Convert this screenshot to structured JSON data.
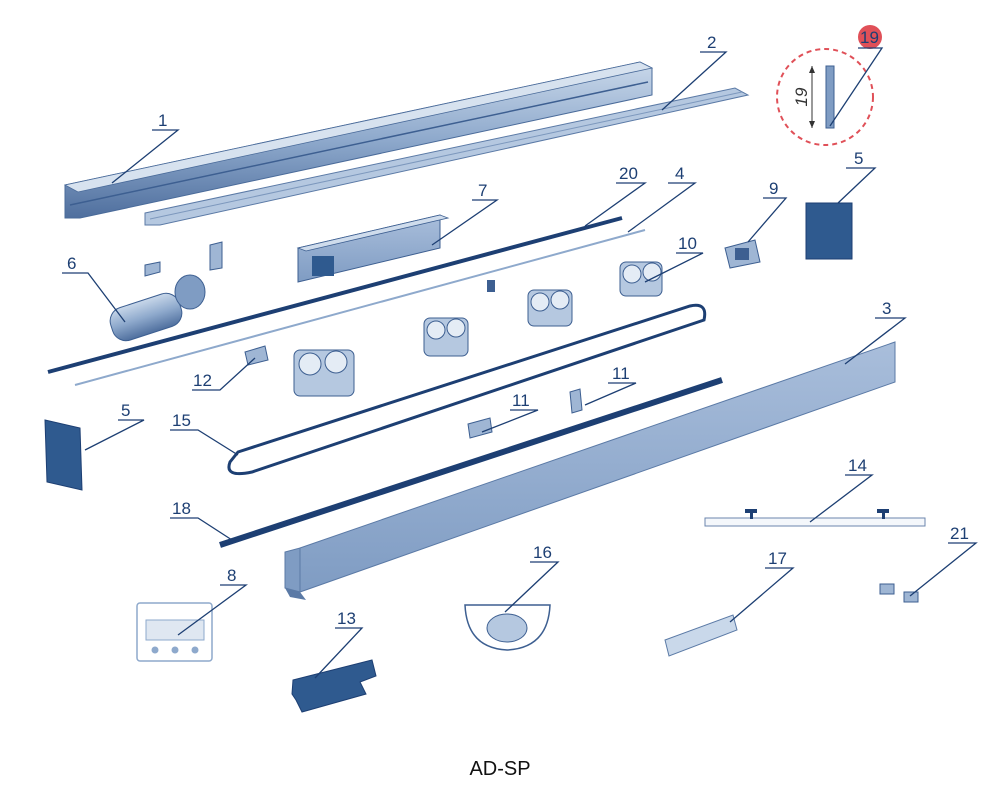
{
  "caption": "AD-SP",
  "colors": {
    "part_fill": "#9fb6d4",
    "part_dark": "#5b7aa6",
    "part_shadow": "#3d5f91",
    "label": "#1d3f73",
    "highlight": "#e05058"
  },
  "callouts": {
    "c1": "1",
    "c2": "2",
    "c3": "3",
    "c4": "4",
    "c5a": "5",
    "c5b": "5",
    "c6": "6",
    "c7": "7",
    "c8": "8",
    "c9": "9",
    "c10": "10",
    "c11a": "11",
    "c11b": "11",
    "c12": "12",
    "c13": "13",
    "c14": "14",
    "c15": "15",
    "c16": "16",
    "c17": "17",
    "c18": "18",
    "c19": "19",
    "c20": "20",
    "c21": "21"
  },
  "detail_dimension": "19"
}
